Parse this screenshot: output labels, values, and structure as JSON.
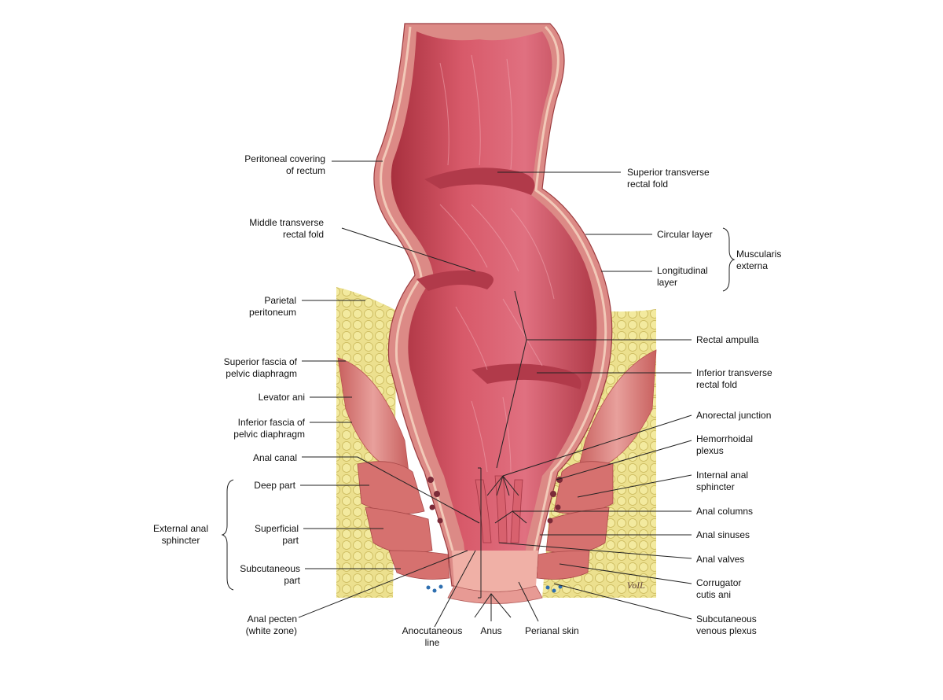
{
  "labels": {
    "peritoneal_covering": "Peritoneal covering\nof rectum",
    "middle_transverse_fold": "Middle transverse\nrectal fold",
    "parietal_peritoneum": "Parietal\nperitoneum",
    "superior_fascia": "Superior fascia of\npelvic diaphragm",
    "levator_ani": "Levator ani",
    "inferior_fascia": "Inferior fascia of\npelvic diaphragm",
    "anal_canal": "Anal canal",
    "deep_part": "Deep part",
    "external_anal_sphincter": "External anal\nsphincter",
    "superficial_part": "Superficial\npart",
    "subcutaneous_part": "Subcutaneous\npart",
    "anal_pecten": "Anal pecten\n(white zone)",
    "anocutaneous_line": "Anocutaneous\nline",
    "anus": "Anus",
    "perianal_skin": "Perianal skin",
    "superior_transverse_fold": "Superior transverse\nrectal fold",
    "circular_layer": "Circular layer",
    "longitudinal_layer": "Longitudinal\nlayer",
    "muscularis_externa": "Muscularis\nexterna",
    "rectal_ampulla": "Rectal ampulla",
    "inferior_transverse_fold": "Inferior transverse\nrectal fold",
    "anorectal_junction": "Anorectal junction",
    "hemorrhoidal_plexus": "Hemorrhoidal\nplexus",
    "internal_anal_sphincter": "Internal anal\nsphincter",
    "anal_columns": "Anal columns",
    "anal_sinuses": "Anal sinuses",
    "anal_valves": "Anal valves",
    "corrugator_cutis_ani": "Corrugator\ncutis ani",
    "subcutaneous_venous_plexus": "Subcutaneous\nvenous plexus"
  },
  "signature": "VoIL",
  "colors": {
    "mucosa": "#c84a5a",
    "mucosa_dark": "#a8303e",
    "muscle": "#d77a78",
    "fat": "#e9dd86",
    "leader": "#222222"
  }
}
